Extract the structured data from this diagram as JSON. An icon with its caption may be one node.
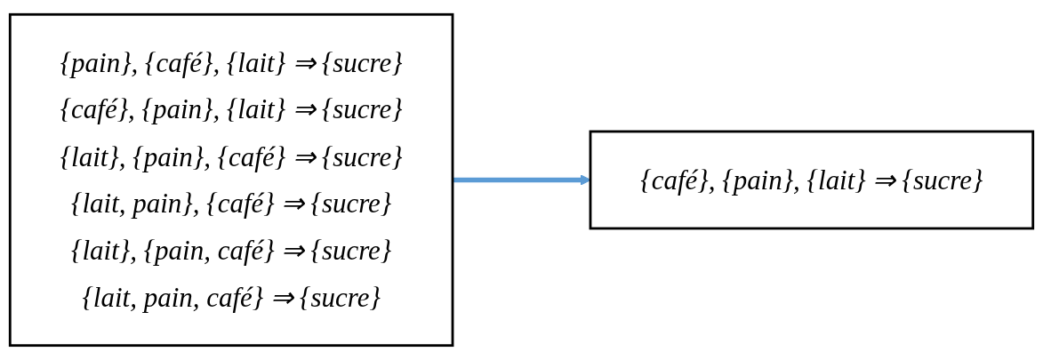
{
  "diagram": {
    "nodes": [
      {
        "text": [
          "{pain}, {café}, {lait} ⇒ {sucre}",
          "{café}, {pain}, {lait} ⇒ {sucre}",
          "{lait}, {pain}, {café} ⇒ {sucre}",
          "{lait, pain}, {café} ⇒ {sucre}",
          "{lait}, {pain, café} ⇒ {sucre}",
          "{lait, pain, café} ⇒ {sucre}"
        ]
      },
      {
        "text": [
          "{café}, {pain}, {lait} ⇒ {sucre}"
        ]
      }
    ],
    "edges": [
      {
        "from": 0,
        "to": 1,
        "arrow": "to",
        "color": "#5b9bd5"
      }
    ]
  }
}
